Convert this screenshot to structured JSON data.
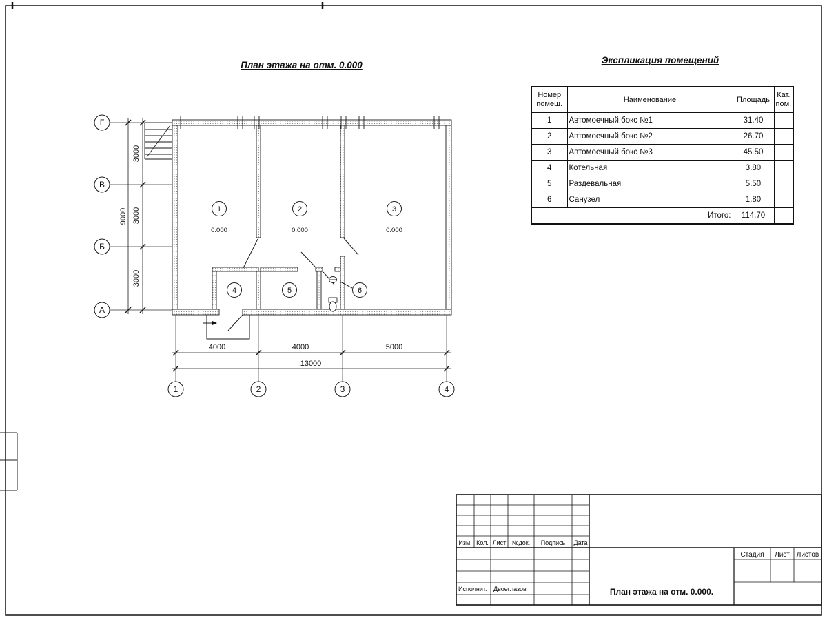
{
  "drawing": {
    "plan_title": "План этажа на отм. 0.000",
    "axes_rows": [
      "Г",
      "В",
      "Б",
      "А"
    ],
    "axes_cols": [
      "1",
      "2",
      "3",
      "4"
    ],
    "dims": {
      "left_segments": [
        "3000",
        "3000",
        "3000"
      ],
      "left_total": "9000",
      "bottom_segments": [
        "4000",
        "4000",
        "5000"
      ],
      "bottom_total": "13000"
    },
    "rooms": [
      {
        "num": "1",
        "elev": "0.000"
      },
      {
        "num": "2",
        "elev": "0.000"
      },
      {
        "num": "3",
        "elev": "0.000"
      },
      {
        "num": "4"
      },
      {
        "num": "5"
      },
      {
        "num": "6"
      }
    ]
  },
  "schedule": {
    "title": "Экспликация помещений",
    "col_num": "Номер помещ.",
    "col_name": "Наименование",
    "col_area": "Площадь",
    "col_cat": "Кат. пом.",
    "rows": [
      {
        "num": "1",
        "name": "Автомоечный бокс №1",
        "area": "31.40"
      },
      {
        "num": "2",
        "name": "Автомоечный бокс №2",
        "area": "26.70"
      },
      {
        "num": "3",
        "name": "Автомоечный бокс №3",
        "area": "45.50"
      },
      {
        "num": "4",
        "name": "Котельная",
        "area": "3.80"
      },
      {
        "num": "5",
        "name": "Раздевальная",
        "area": "5.50"
      },
      {
        "num": "6",
        "name": "Санузел",
        "area": "1.80"
      }
    ],
    "total_label": "Итого:",
    "total_value": "114.70"
  },
  "titleblock": {
    "col_izm": "Изм.",
    "col_kol": "Кол.",
    "col_list": "Лист",
    "col_ndok": "№док.",
    "col_podpis": "Подпись",
    "col_data": "Дата",
    "executor_label": "Исполнит.",
    "executor_name": "Двоеглазов",
    "doc_title": "План этажа на отм. 0.000.",
    "stage": "Стадия",
    "sheet": "Лист",
    "sheets": "Листов"
  }
}
